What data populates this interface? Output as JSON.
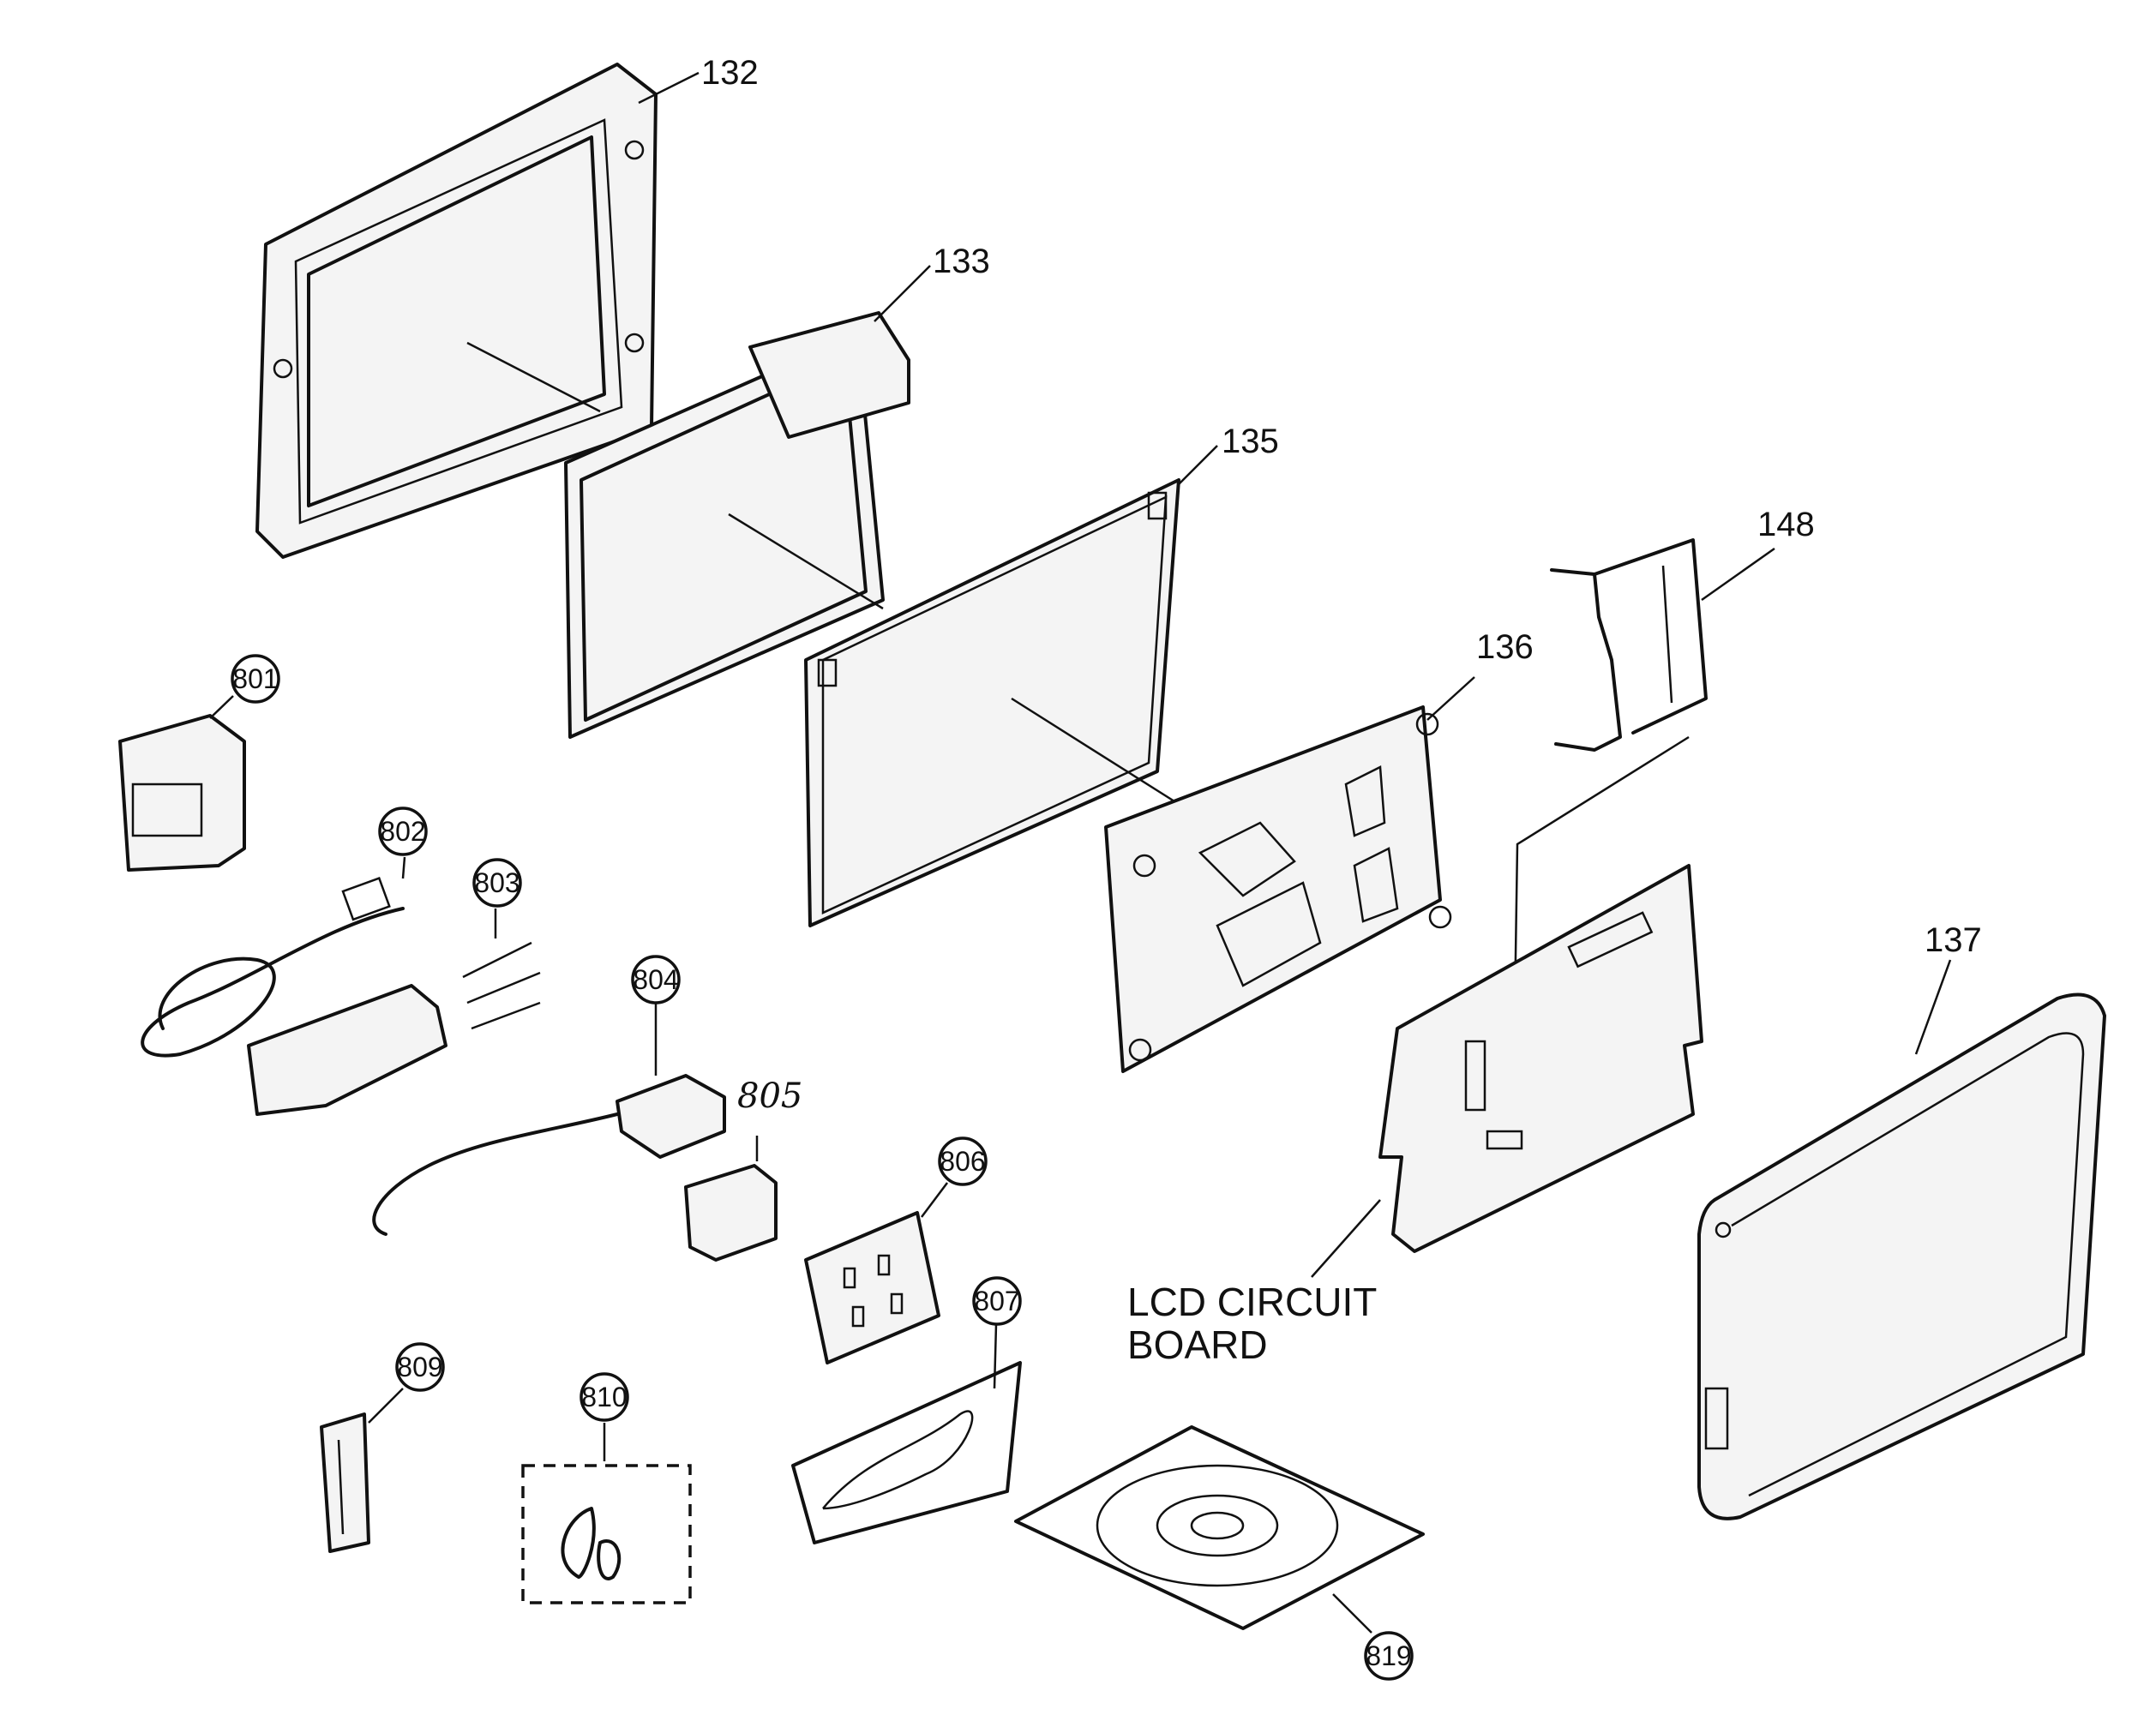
{
  "labels": {
    "p132": "132",
    "p133": "133",
    "p135": "135",
    "p136": "136",
    "p137": "137",
    "p148": "148",
    "p801": "801",
    "p802": "802",
    "p803": "803",
    "p804": "804",
    "p805": "805",
    "p806": "806",
    "p807": "807",
    "p809": "809",
    "p810": "810",
    "p819": "819",
    "lcd_line1": "LCD CIRCUIT",
    "lcd_line2": "BOARD"
  }
}
